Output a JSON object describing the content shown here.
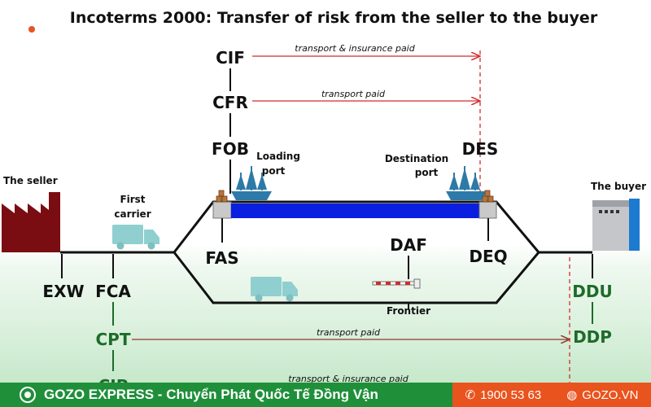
{
  "title": "Incoterms 2000: Transfer of risk from the seller to the buyer",
  "labels": {
    "seller": "The seller",
    "buyer": "The buyer",
    "first_carrier_1": "First",
    "first_carrier_2": "carrier",
    "loading_port_1": "Loading",
    "loading_port_2": "port",
    "destination_port_1": "Destination",
    "destination_port_2": "port",
    "frontier": "Frontier"
  },
  "terms": {
    "cif": "CIF",
    "cfr": "CFR",
    "fob": "FOB",
    "des": "DES",
    "fas": "FAS",
    "daf": "DAF",
    "deq": "DEQ",
    "exw": "EXW",
    "fca": "FCA",
    "cpt": "CPT",
    "cip": "CIP",
    "ddu": "DDU",
    "ddp": "DDP"
  },
  "notes": {
    "cif": "transport & insurance paid",
    "cfr": "transport paid",
    "cpt": "transport paid",
    "cip": "transport & insurance paid"
  },
  "colors": {
    "sea": "#0a1fe0",
    "factory": "#7a0d12",
    "truck": "#8fcfcf",
    "ship": "#2d7aa8",
    "cif_arrow": "#d22c2c",
    "cpt_arrow": "#8b3a2a",
    "footer_green": "#1f8f3a",
    "footer_orange": "#e9531d"
  },
  "footer": {
    "brand": "GOZO EXPRESS - Chuyển Phát Quốc Tế Đồng Vận",
    "phone": "1900 53 63",
    "site": "GOZO.VN"
  }
}
